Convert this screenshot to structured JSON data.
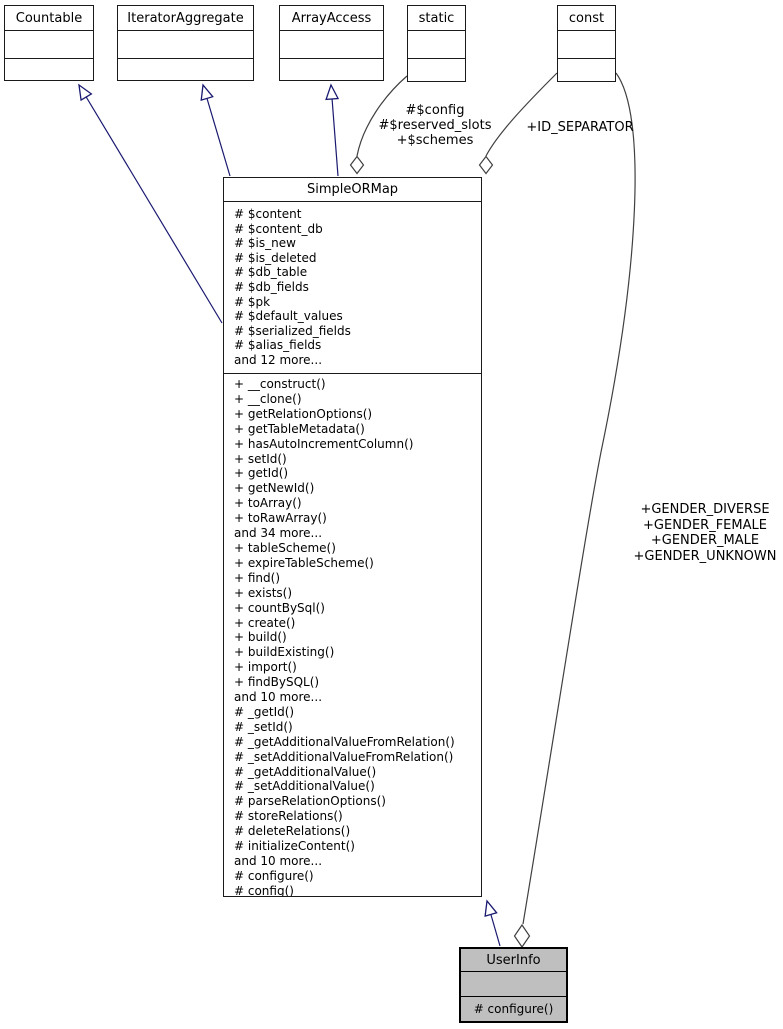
{
  "colors": {
    "inheritance_edge": "#191970",
    "aggregation_edge": "#404040",
    "node_border": "#1a1a1a",
    "focus_node_fill": "#bfbfbf",
    "node_fill": "#ffffff"
  },
  "nodes": {
    "countable": {
      "title": "Countable"
    },
    "iterator_aggregate": {
      "title": "IteratorAggregate"
    },
    "array_access": {
      "title": "ArrayAccess"
    },
    "static": {
      "title": "static"
    },
    "const": {
      "title": "const"
    },
    "simple_or_map": {
      "title": "SimpleORMap",
      "attributes": [
        "# $content",
        "# $content_db",
        "# $is_new",
        "# $is_deleted",
        "# $db_table",
        "# $db_fields",
        "# $pk",
        "# $default_values",
        "# $serialized_fields",
        "# $alias_fields",
        "and 12 more..."
      ],
      "methods": [
        "+ __construct()",
        "+ __clone()",
        "+ getRelationOptions()",
        "+ getTableMetadata()",
        "+ hasAutoIncrementColumn()",
        "+ setId()",
        "+ getId()",
        "+ getNewId()",
        "+ toArray()",
        "+ toRawArray()",
        "and 34 more...",
        "+ tableScheme()",
        "+ expireTableScheme()",
        "+ find()",
        "+ exists()",
        "+ countBySql()",
        "+ create()",
        "+ build()",
        "+ buildExisting()",
        "+ import()",
        "+ findBySQL()",
        "and 10 more...",
        "# _getId()",
        "# _setId()",
        "# _getAdditionalValueFromRelation()",
        "# _setAdditionalValueFromRelation()",
        "# _getAdditionalValue()",
        "# _setAdditionalValue()",
        "# parseRelationOptions()",
        "# storeRelations()",
        "# deleteRelations()",
        "# initializeContent()",
        "and 10 more...",
        "# configure()",
        "# config()"
      ]
    },
    "user_info": {
      "title": "UserInfo",
      "method": "# configure()"
    }
  },
  "edge_labels": {
    "static_members": [
      "#$config",
      "#$reserved_slots",
      "+$schemes"
    ],
    "const_id": "+ID_SEPARATOR",
    "const_gender": [
      "+GENDER_DIVERSE",
      "+GENDER_FEMALE",
      "+GENDER_MALE",
      "+GENDER_UNKNOWN"
    ]
  }
}
